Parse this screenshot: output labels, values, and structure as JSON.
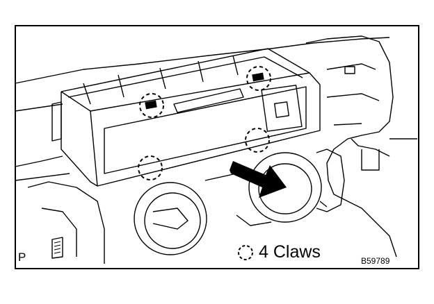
{
  "figure": {
    "corner_label": "P",
    "legend_text": "4 Claws",
    "legend_icon": "dashed-circle-icon",
    "figure_code": "B59789",
    "claw_count": 4,
    "arrow_direction": "down-right",
    "colors": {
      "line": "#000000",
      "background": "#ffffff"
    }
  }
}
